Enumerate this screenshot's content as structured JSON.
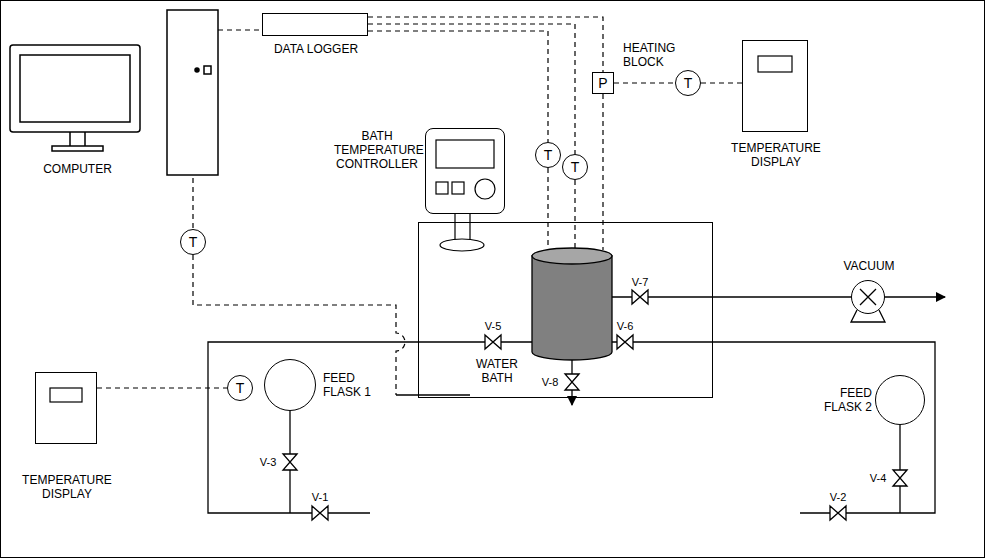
{
  "diagram": {
    "nodes": [
      {
        "text": [
          "COMPUTER"
        ]
      },
      {
        "text": [
          "DATA LOGGER"
        ]
      },
      {
        "text": [
          "HEATING BLOCK",
          "P"
        ]
      },
      {
        "text": [
          "T"
        ]
      },
      {
        "text": [
          "TEMPERATURE DISPLAY"
        ]
      },
      {
        "text": [
          "BATH TEMPERATURE CONTROLLER"
        ]
      },
      {
        "text": [
          "T"
        ]
      },
      {
        "text": [
          "T"
        ]
      },
      {
        "text": [
          "T"
        ]
      },
      {
        "text": [
          "VACUUM"
        ]
      },
      {
        "text": [
          "WATER BATH"
        ]
      },
      {
        "text": [
          "TEMPERATURE DISPLAY"
        ]
      },
      {
        "text": [
          "T"
        ]
      },
      {
        "text": [
          "FEED FLASK 1"
        ]
      },
      {
        "text": [
          "FEED FLASK 2"
        ]
      }
    ],
    "edges": [
      {
        "from": 0,
        "to": 1,
        "arrow": "none"
      },
      {
        "from": 1,
        "to": 2,
        "arrow": "none"
      },
      {
        "from": 1,
        "to": 7,
        "arrow": "none"
      },
      {
        "from": 1,
        "to": 6,
        "arrow": "none"
      },
      {
        "from": 2,
        "to": 3,
        "arrow": "none"
      },
      {
        "from": 3,
        "to": 4,
        "arrow": "none"
      },
      {
        "from": 0,
        "to": 8,
        "arrow": "none"
      },
      {
        "from": 11,
        "to": 12,
        "arrow": "none"
      }
    ],
    "labels": [
      "V-7",
      "V-5",
      "V-6",
      "V-8",
      "V-3",
      "V-4",
      "V-1",
      "V-2"
    ]
  }
}
